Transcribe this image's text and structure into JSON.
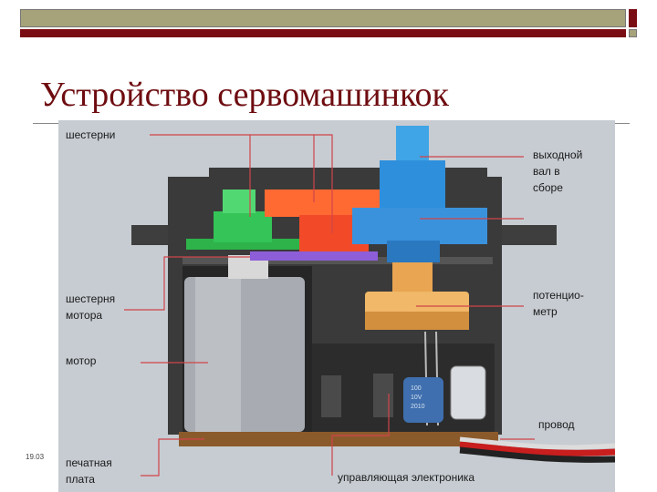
{
  "slide": {
    "title": "Устройство сервомашинкок",
    "date": "19.03"
  },
  "labels": {
    "gears": "шестерни",
    "output_shaft": [
      "выходной",
      "вал в",
      "сборе"
    ],
    "motor_gear": [
      "шестерня",
      "мотора"
    ],
    "potentiometer": [
      "потенцио-",
      "метр"
    ],
    "motor": "мотор",
    "wire": "провод",
    "pcb": [
      "печатная",
      "плата"
    ],
    "control_electronics": "управляющая электроника"
  },
  "capacitor_text": [
    "100",
    "10V",
    "2010"
  ],
  "colors": {
    "title": "#6e0c10",
    "background_panel": "#c7ccd2",
    "housing": "#3a3a3a",
    "leader_line": "#d0444a",
    "label_text": "#1a1a1a"
  }
}
